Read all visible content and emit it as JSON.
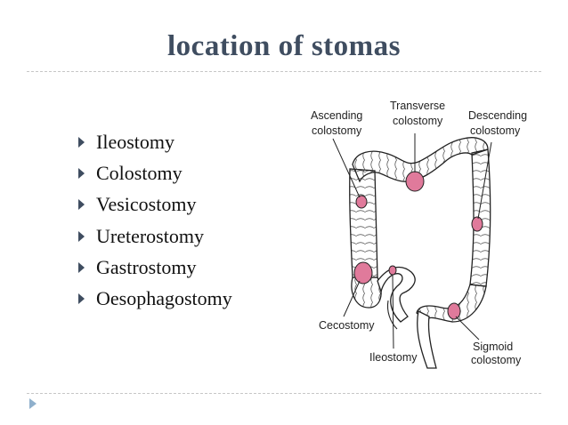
{
  "slide": {
    "title": "location of stomas",
    "bullets": [
      "Ileostomy",
      "Colostomy",
      "Vesicostomy",
      "Ureterostomy",
      "Gastrostomy",
      "Oesophagostomy"
    ]
  },
  "diagram": {
    "labels": {
      "ascending": [
        "Ascending",
        "colostomy"
      ],
      "transverse": [
        "Transverse",
        "colostomy"
      ],
      "descending": [
        "Descending",
        "colostomy"
      ],
      "cecostomy": [
        "Cecostomy"
      ],
      "ileostomy": [
        "Ileostomy"
      ],
      "sigmoid": [
        "Sigmoid",
        "colostomy"
      ]
    },
    "colors": {
      "stoma": "#e07a9b",
      "outline": "#222222",
      "title": "#3f4d60",
      "accent": "#8fb0cc"
    }
  }
}
